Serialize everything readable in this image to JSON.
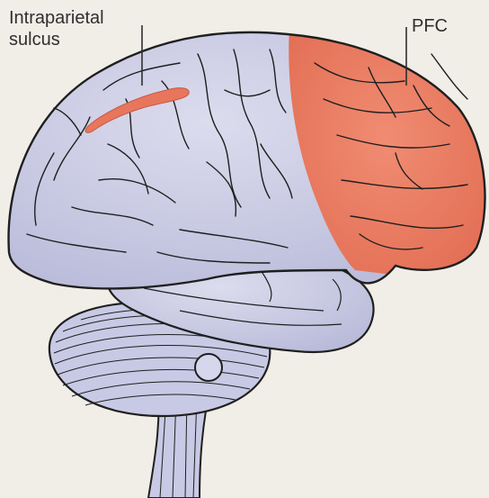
{
  "labels": {
    "intraparietal_line1": "Intraparietal",
    "intraparietal_line2": "sulcus",
    "pfc": "PFC"
  },
  "colors": {
    "background": "#f1ede7",
    "brain_fill": "#c8c9e4",
    "brain_highlight": "#dcdcee",
    "pfc_fill": "#e8765c",
    "intraparietal_highlight": "#e8765c",
    "outline": "#1f1f1f",
    "label_text": "#2f2f2f"
  },
  "regions": [
    "intraparietal-sulcus",
    "prefrontal-cortex",
    "cerebellum",
    "brainstem",
    "temporal-lobe"
  ]
}
